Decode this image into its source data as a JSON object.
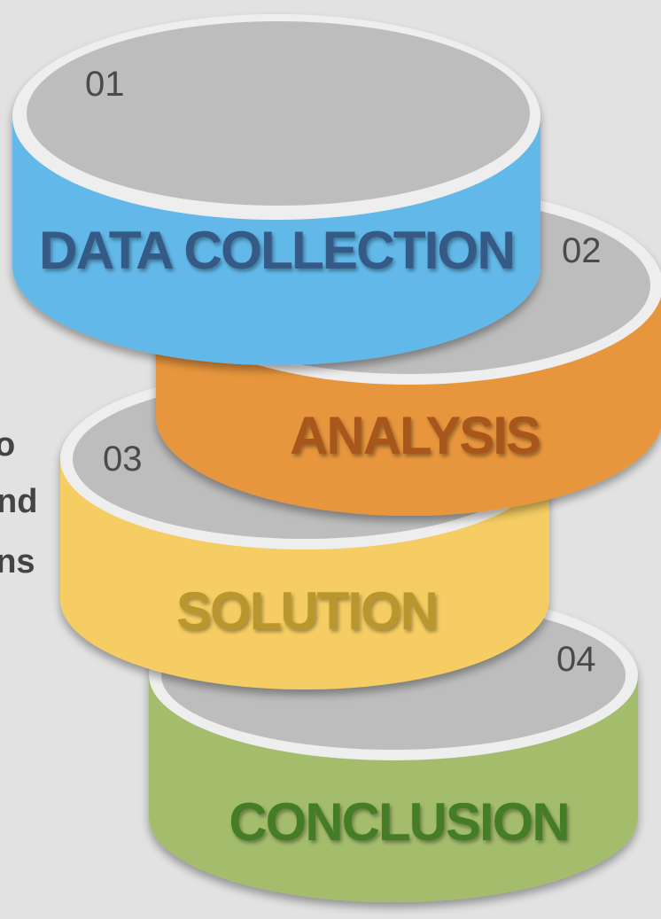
{
  "diagram": {
    "side_text_fragments": [
      "o",
      "nd",
      "ons"
    ],
    "stages": [
      {
        "number": "01",
        "label": "DATA COLLECTION",
        "color": "#62b9e9",
        "label_color": "#355a86"
      },
      {
        "number": "02",
        "label": "ANALYSIS",
        "color": "#e8963c",
        "label_color": "#a7571d"
      },
      {
        "number": "03",
        "label": "SOLUTION",
        "color": "#f5cd62",
        "label_color": "#b9962f"
      },
      {
        "number": "04",
        "label": "CONCLUSION",
        "color": "#a4bd6c",
        "label_color": "#457c26"
      }
    ]
  }
}
